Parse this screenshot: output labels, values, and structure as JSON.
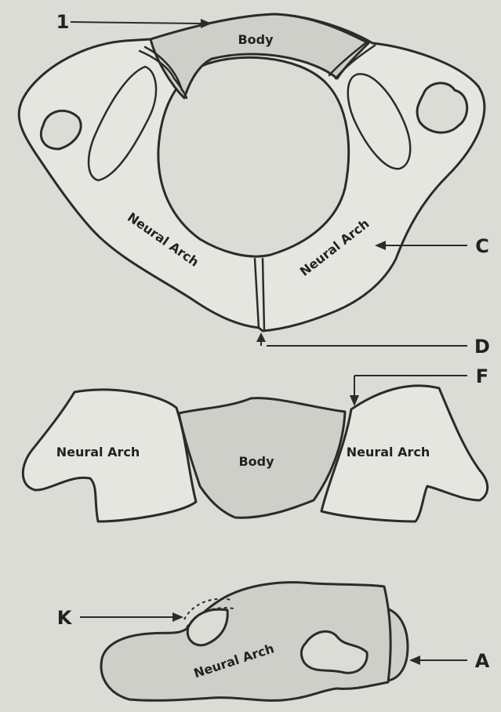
{
  "figure": {
    "top": {
      "body_label": "Body",
      "arch_left_label": "Neural Arch",
      "arch_right_label": "Neural Arch",
      "callout_top_left": "1",
      "callout_c": "C",
      "callout_d": "D"
    },
    "middle": {
      "body_label": "Body",
      "arch_left_label": "Neural Arch",
      "arch_right_label": "Neural Arch",
      "callout_f": "F"
    },
    "bottom": {
      "arch_label": "Neural Arch",
      "callout_k": "K",
      "callout_a": "A"
    }
  }
}
